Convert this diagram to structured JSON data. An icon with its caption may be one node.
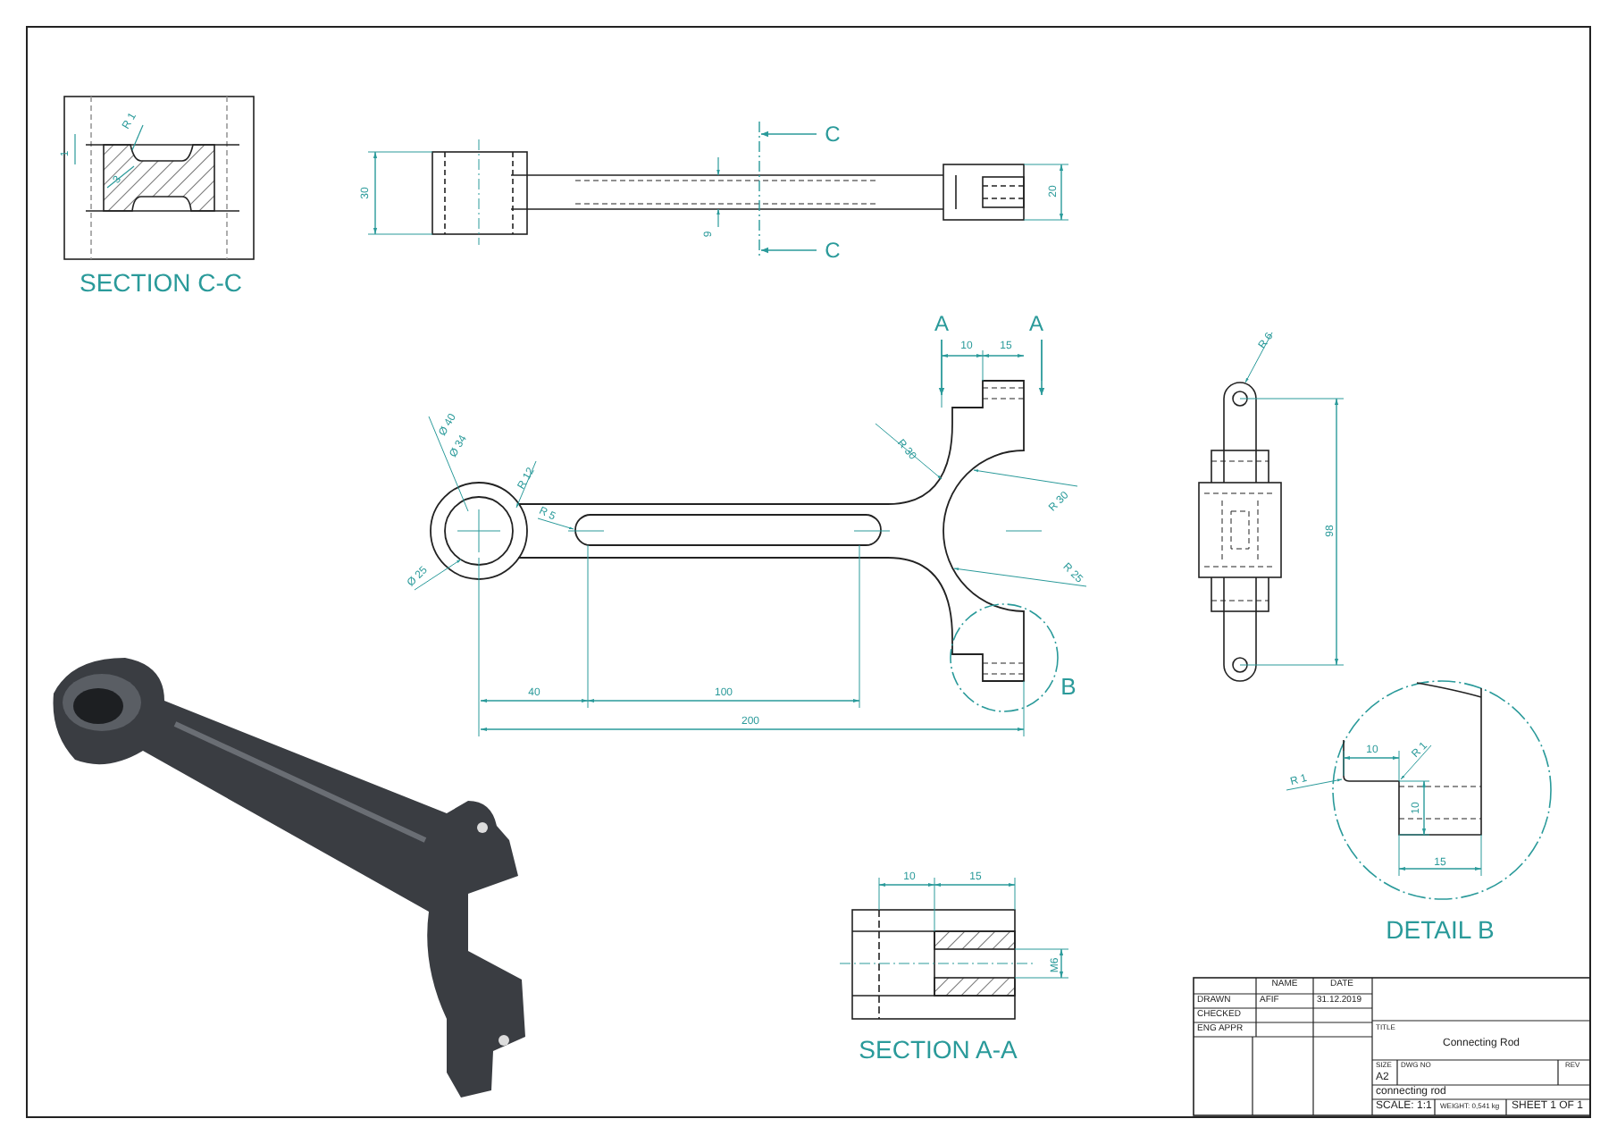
{
  "diagram": {
    "labels": [
      "R 1",
      "1",
      "3",
      "SECTION C-C",
      "C",
      "30",
      "20",
      "9",
      "C",
      "A",
      "A",
      "10",
      "15",
      "R 6",
      "Ø 40",
      "Ø 34",
      "R 12",
      "R 30",
      "R 5",
      "R 30",
      "Ø 25",
      "R 25",
      "98",
      "40",
      "100",
      "B",
      "200",
      "10",
      "R 1",
      "R 1",
      "10",
      "15",
      "DETAIL B",
      "10",
      "15",
      "M6",
      "SECTION A-A",
      "NAME",
      "DATE",
      "DRAWN",
      "AFIF",
      "31.12.2019",
      "CHECKED",
      "ENG APPR",
      "TITLE",
      "Connecting Rod",
      "SIZE",
      "A2",
      "DWG NO",
      "REV",
      "connecting rod",
      "SCALE: 1:1",
      "WEIGHT: 0,541 kg",
      "SHEET 1 OF 1"
    ]
  }
}
